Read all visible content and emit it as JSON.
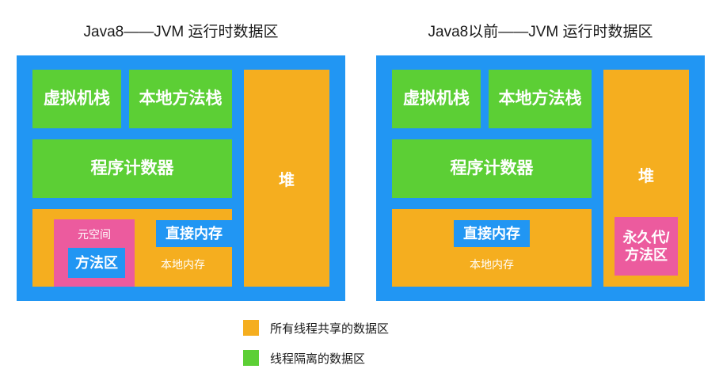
{
  "colors": {
    "panel_background": "#2196F3",
    "shared_area": "#F5AE1F",
    "thread_private_area": "#5CCF35",
    "method_area_highlight": "#EC5B9E",
    "label_text": "#FFFFFF",
    "title_text": "#1A1A1A",
    "page_background": "#FFFFFF"
  },
  "panels": {
    "left": {
      "title": "Java8——JVM 运行时数据区",
      "vm_stack": "虚拟机栈",
      "native_method_stack": "本地方法栈",
      "program_counter": "程序计数器",
      "native_memory": "本地内存",
      "metaspace": "元空间",
      "method_area": "方法区",
      "direct_memory": "直接内存",
      "heap": "堆"
    },
    "right": {
      "title": "Java8以前——JVM 运行时数据区",
      "vm_stack": "虚拟机栈",
      "native_method_stack": "本地方法栈",
      "program_counter": "程序计数器",
      "native_memory": "本地内存",
      "direct_memory": "直接内存",
      "heap": "堆",
      "permgen_method_area": "永久代/\n方法区",
      "permgen_line1": "永久代/",
      "permgen_line2": "方法区"
    }
  },
  "legend": {
    "items": [
      {
        "color": "#F5AE1F",
        "label": "所有线程共享的数据区",
        "swatch_name": "shared-area-swatch"
      },
      {
        "color": "#5CCF35",
        "label": "线程隔离的数据区",
        "swatch_name": "thread-private-swatch"
      }
    ]
  }
}
